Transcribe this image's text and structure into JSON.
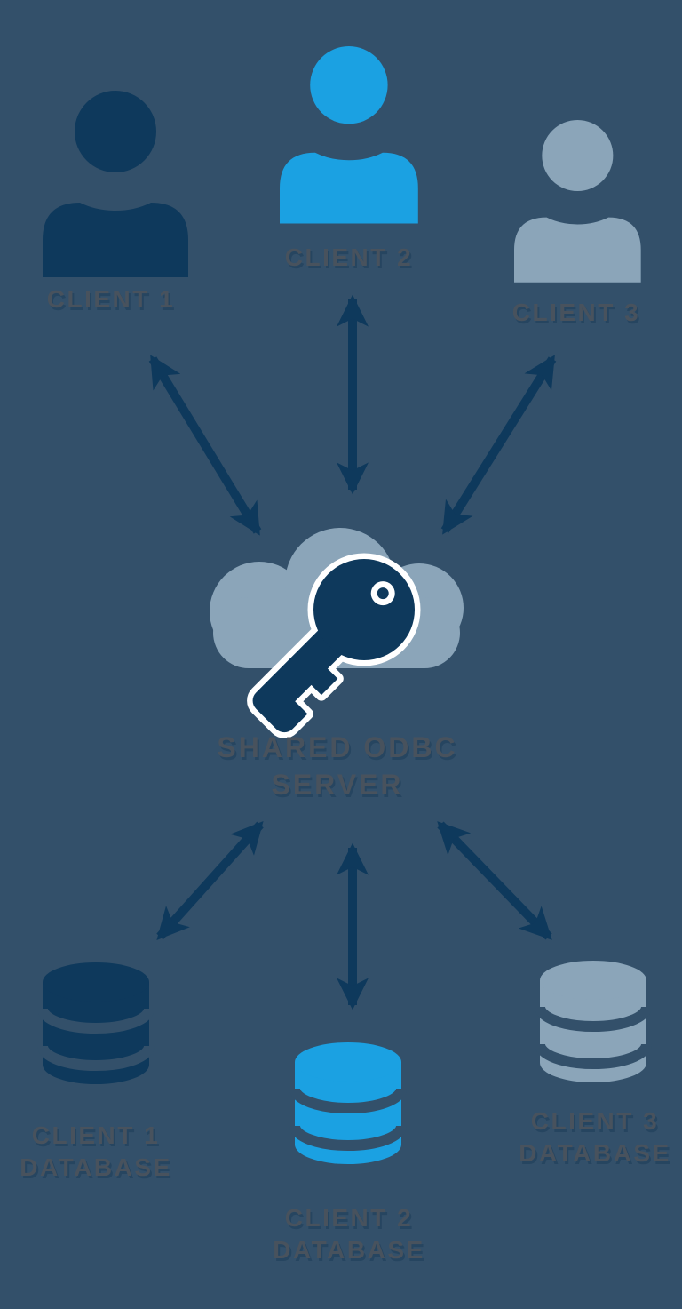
{
  "colors": {
    "background": "#33506A",
    "navy": "#0E395C",
    "bright_blue": "#1BA1E2",
    "light_slate": "#8BA5B9",
    "label_gray": "#48525D",
    "arrow": "#0E395C",
    "cloud": "#8BA5B9",
    "key": "#0E395C",
    "key_outline": "#FFFFFF",
    "white": "#FFFFFF"
  },
  "clients": [
    {
      "label": "CLIENT 1",
      "color": "#0E395C"
    },
    {
      "label": "CLIENT 2",
      "color": "#1BA1E2"
    },
    {
      "label": "CLIENT 3",
      "color": "#8BA5B9"
    }
  ],
  "server": {
    "label_line1": "SHARED ODBC",
    "label_line2": "SERVER",
    "icon": "cloud-key-icon"
  },
  "databases": [
    {
      "label_line1": "CLIENT 1",
      "label_line2": "DATABASE",
      "color": "#0E395C"
    },
    {
      "label_line1": "CLIENT 2",
      "label_line2": "DATABASE",
      "color": "#1BA1E2"
    },
    {
      "label_line1": "CLIENT 3",
      "label_line2": "DATABASE",
      "color": "#8BA5B9"
    }
  ],
  "connections": [
    {
      "from": "CLIENT 1",
      "to": "SHARED ODBC SERVER",
      "bidirectional": true
    },
    {
      "from": "CLIENT 2",
      "to": "SHARED ODBC SERVER",
      "bidirectional": true
    },
    {
      "from": "CLIENT 3",
      "to": "SHARED ODBC SERVER",
      "bidirectional": true
    },
    {
      "from": "SHARED ODBC SERVER",
      "to": "CLIENT 1 DATABASE",
      "bidirectional": true
    },
    {
      "from": "SHARED ODBC SERVER",
      "to": "CLIENT 2 DATABASE",
      "bidirectional": true
    },
    {
      "from": "SHARED ODBC SERVER",
      "to": "CLIENT 3 DATABASE",
      "bidirectional": true
    }
  ]
}
